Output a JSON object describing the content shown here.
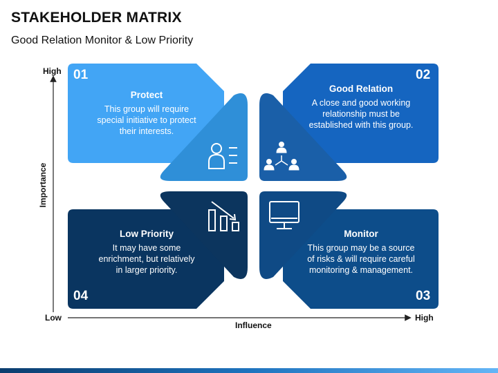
{
  "header": {
    "title": "STAKEHOLDER MATRIX",
    "subtitle": "Good Relation Monitor & Low Priority"
  },
  "axes": {
    "y_label": "Importance",
    "y_high": "High",
    "x_label": "Influence",
    "x_low": "Low",
    "x_high": "High"
  },
  "quadrants": [
    {
      "number": "01",
      "title": "Protect",
      "text": "This group will require special initiative to protect their interests.",
      "color": "#42a5f5",
      "icon": "user-list-icon"
    },
    {
      "number": "02",
      "title": "Good Relation",
      "text": "A close and good working relationship must be established with this group.",
      "color": "#1565c0",
      "icon": "team-network-icon"
    },
    {
      "number": "03",
      "title": "Monitor",
      "text": "This group may be a source of risks & will require careful monitoring & management.",
      "color": "#0d4d8a",
      "icon": "monitor-icon"
    },
    {
      "number": "04",
      "title": "Low Priority",
      "text": "It may have some enrichment, but relatively in larger priority.",
      "color": "#0a3560",
      "icon": "declining-chart-icon"
    }
  ],
  "colors": {
    "triangle_protect": "#2f8fd8",
    "triangle_good": "#1a5fa8",
    "triangle_monitor": "#0f4a85",
    "triangle_low": "#0c355e"
  }
}
